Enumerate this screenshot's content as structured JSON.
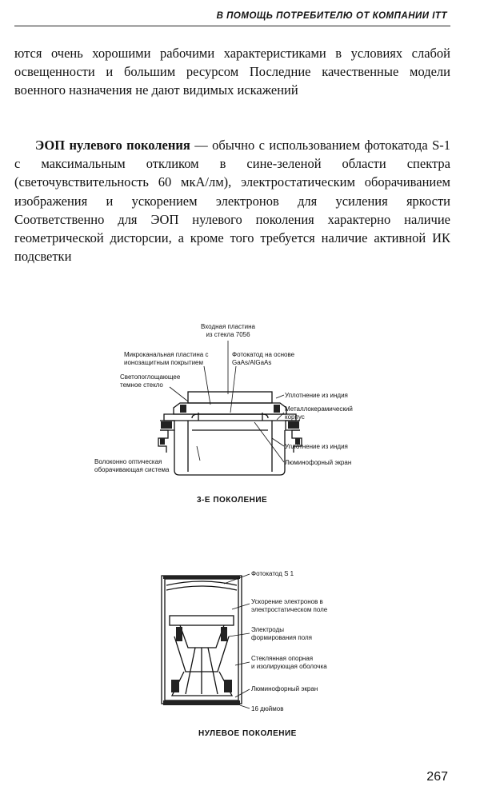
{
  "header": {
    "running_title": "В ПОМОЩЬ ПОТРЕБИТЕЛЮ ОТ КОМПАНИИ ITT"
  },
  "body": {
    "paragraph1": "ются очень хорошими рабочими характеристиками в условиях слабой освещенности и большим ресурсом Последние качественные модели военного назначения не дают видимых искажений",
    "paragraph2_lead": "ЭОП нулевого поколения",
    "paragraph2_rest": " — обычно с использованием фотокатода S-1 с максимальным откликом в сине-зеленой области спектра (светочувствительность 60 мкА/лм), электростатическим оборачиванием изображения и ускорением электронов для усиления яркости Соответственно для ЭОП нулевого поколения характерно наличие геометрической дисторсии, а кроме того требуется наличие активной ИК подсветки"
  },
  "figure1": {
    "caption": "3-Е ПОКОЛЕНИЕ",
    "labels": {
      "input_plate_1": "Входная пластина",
      "input_plate_2": "из стекла 7056",
      "mcp_1": "Микроканальная пластина с",
      "mcp_2": "ионозащитным покрытием",
      "photocathode_1": "Фотокатод на основе",
      "photocathode_2": "GaAs/AlGaAs",
      "dark_glass_1": "Светопоглощающее",
      "dark_glass_2": "темное стекло",
      "indium_seal_top": "Уплотнение из индия",
      "housing_1": "Металлокерамический",
      "housing_2": "корпус",
      "indium_seal_bottom": "Уплотнение из индия",
      "phosphor": "Люминофорный экран",
      "fiber_1": "Волоконно оптическая",
      "fiber_2": "оборачивающая система"
    }
  },
  "figure2": {
    "caption": "НУЛЕВОЕ ПОКОЛЕНИЕ",
    "labels": {
      "photocathode": "Фотокатод S 1",
      "acceleration_1": "Ускорение электронов в",
      "acceleration_2": "электростатическом поле",
      "electrodes_1": "Электроды",
      "electrodes_2": "формирования поля",
      "glass_1": "Стеклянная опорная",
      "glass_2": "и изолирующая оболочка",
      "phosphor": "Люминофорный экран",
      "size": "16 дюймов"
    }
  },
  "footer": {
    "page_number": "267"
  }
}
